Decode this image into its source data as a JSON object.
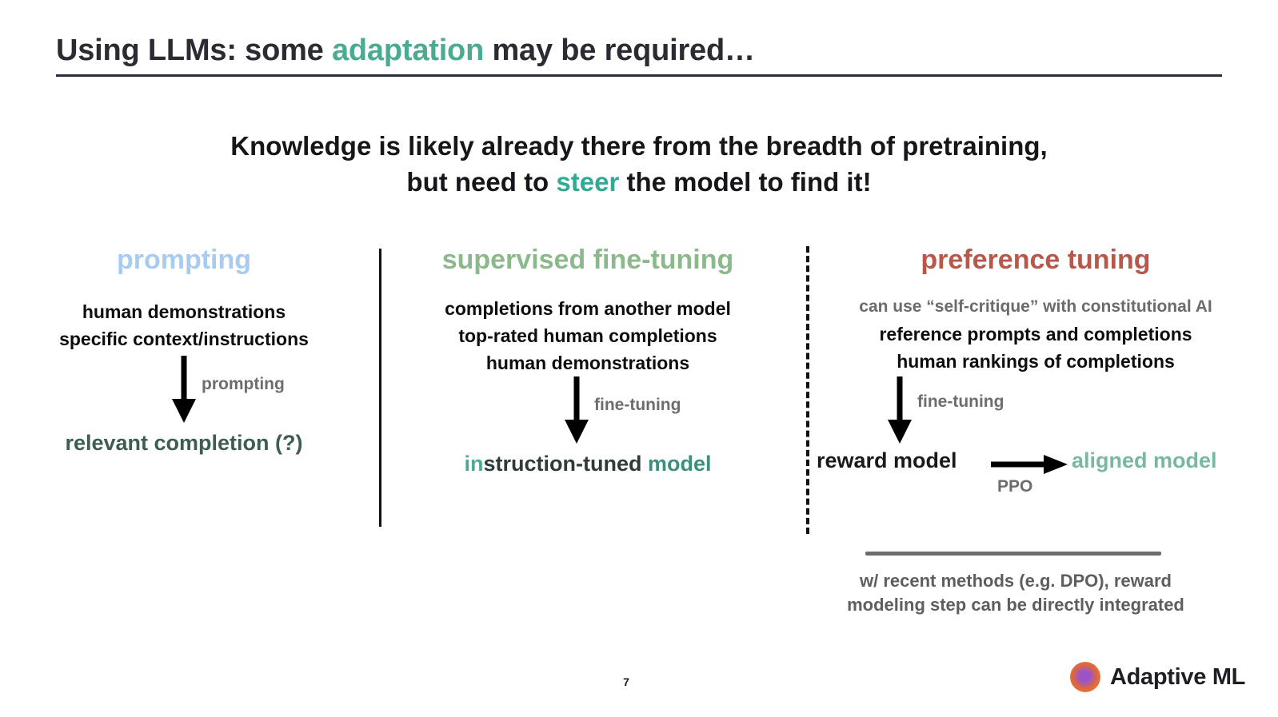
{
  "slide": {
    "title_prefix": "Using LLMs: some ",
    "title_accent": "adaptation",
    "title_suffix": " may be required…",
    "subtitle_line1": "Knowledge is likely already there from the breadth of pretraining,",
    "subtitle_line2_prefix": "but need to ",
    "subtitle_line2_accent": "steer",
    "subtitle_line2_suffix": " the model to find it!",
    "page_number": "7"
  },
  "columns": {
    "prompting": {
      "heading": "prompting",
      "inputs": [
        "human demonstrations",
        "specific context/instructions"
      ],
      "arrow_label": "prompting",
      "output": "relevant completion (?)"
    },
    "sft": {
      "heading": "supervised fine-tuning",
      "inputs": [
        "completions from another model",
        "top-rated human completions",
        "human demonstrations"
      ],
      "arrow_label": "fine-tuning",
      "output_part1": "in",
      "output_part2": "struction-tuned",
      "output_part3": " model"
    },
    "preference": {
      "heading": "preference tuning",
      "note": "can use “self-critique” with constitutional AI",
      "inputs": [
        "reference prompts and completions",
        "human rankings of completions"
      ],
      "arrow_label": "fine-tuning",
      "output_left": "reward model",
      "output_arrow_label": "PPO",
      "output_right": "aligned model",
      "footnote_line1": "w/ recent methods (e.g. DPO), reward",
      "footnote_line2": "modeling step can be directly integrated"
    }
  },
  "brand": {
    "name": "Adaptive ML"
  },
  "colors": {
    "accent_teal": "#4aab93",
    "prompting": "#a8cbf0",
    "sft": "#8cb98b",
    "preference": "#b8584a",
    "aligned": "#79b89e",
    "muted": "#6d6d6d",
    "title": "#2b2b33"
  }
}
